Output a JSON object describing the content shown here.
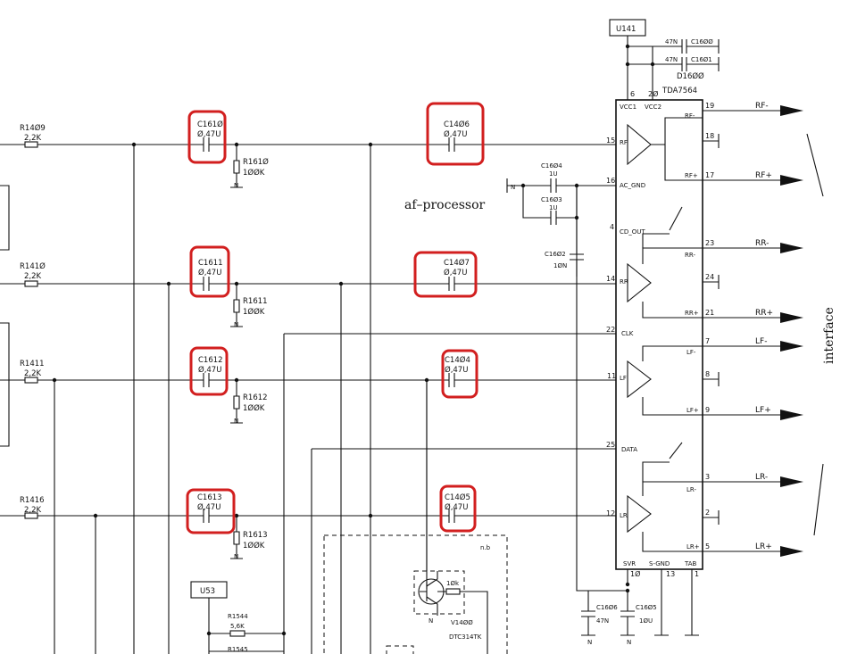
{
  "ic": {
    "ref": "D16ØØ",
    "part": "TDA7564",
    "left_pins": [
      "RF",
      "AC_GND",
      "CD_OUT",
      "RR",
      "CLK",
      "LF",
      "DATA",
      "LR"
    ],
    "left_pin_nums": [
      "15",
      "16",
      "4",
      "14",
      "22",
      "11",
      "25",
      "12"
    ],
    "top_pins": [
      "VCC1",
      "VCC2"
    ],
    "top_pin_nums": [
      "6",
      "2Ø"
    ],
    "bottom_pins": [
      "SVR",
      "S-GND",
      "TAB"
    ],
    "bottom_pin_nums": [
      "1Ø",
      "13",
      "1"
    ],
    "right_pin_names": [
      "RF-",
      "RF+",
      "RR-",
      "RR+",
      "LF-",
      "LF+",
      "LR-",
      "LR+"
    ],
    "right_pin_nums": [
      "19",
      "18",
      "17",
      "23",
      "24",
      "21",
      "7",
      "8",
      "9",
      "3",
      "2",
      "5"
    ]
  },
  "outputs": [
    "RF-",
    "RF+",
    "RR-",
    "RR+",
    "LF-",
    "LF+",
    "LR-",
    "LR+"
  ],
  "supply": {
    "ref": "U141",
    "caps": [
      {
        "ref": "C16ØØ",
        "value": "47N"
      },
      {
        "ref": "C16Ø1",
        "value": "47N"
      }
    ]
  },
  "inputs": [
    {
      "r": "R14Ø9",
      "rv": "2,2K",
      "c": "C161Ø",
      "cv": "Ø,47U",
      "rb": "R161Ø",
      "rbv": "1ØØK",
      "c2": "C14Ø6",
      "c2v": "Ø,47U"
    },
    {
      "r": "R141Ø",
      "rv": "2,2K",
      "c": "C1611",
      "cv": "Ø,47U",
      "rb": "R1611",
      "rbv": "1ØØK",
      "c2": "C14Ø7",
      "c2v": "Ø,47U"
    },
    {
      "r": "R1411",
      "rv": "2,2K",
      "c": "C1612",
      "cv": "Ø,47U",
      "rb": "R1612",
      "rbv": "1ØØK",
      "c2": "C14Ø4",
      "c2v": "Ø,47U"
    },
    {
      "r": "R1416",
      "rv": "2,2K",
      "c": "C1613",
      "cv": "Ø,47U",
      "rb": "R1613",
      "rbv": "1ØØK",
      "c2": "C14Ø5",
      "c2v": "Ø,47U"
    }
  ],
  "acgnd": {
    "c1": "C16Ø4",
    "c1v": "1U",
    "c2": "C16Ø3",
    "c2v": "1U",
    "c3": "C16Ø2",
    "c3v": "1ØN"
  },
  "svr": {
    "c1": "C16Ø6",
    "c1v": "47N",
    "c2": "C16Ø5",
    "c2v": "1ØU"
  },
  "misc": {
    "ground": "N",
    "u53": "U53",
    "r1544": "R1544",
    "r1544v": "5,6K",
    "r1545": "R1545",
    "transistor": "V14ØØ",
    "transistor_part": "DTC314TK",
    "tr_r": "1Øk",
    "nb": "n.b"
  },
  "annotations": {
    "af": "af–processor",
    "interface": "interface"
  }
}
